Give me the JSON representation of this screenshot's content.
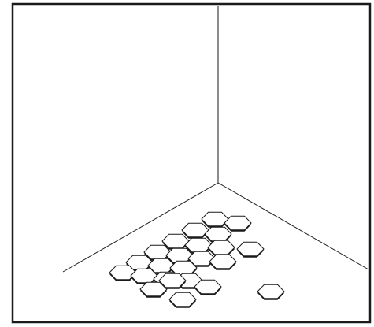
{
  "scene": {
    "description_visible_text": "",
    "stroke_color": "#1a1a1a",
    "background_color": "#ffffff",
    "floor_tiles": {
      "hexagon_count": 24,
      "clustered_hexagons": 19,
      "scattered_hexagons": 5
    }
  }
}
